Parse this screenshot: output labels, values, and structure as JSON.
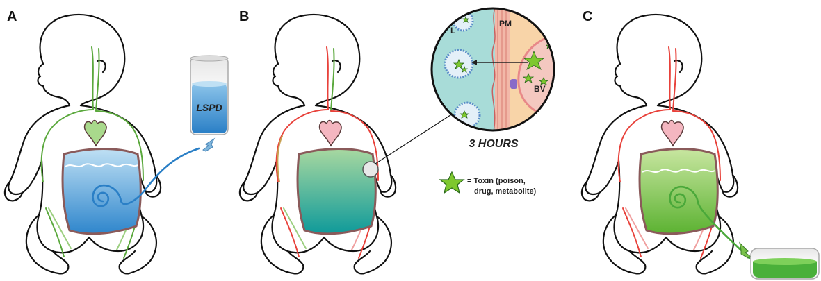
{
  "panels": [
    {
      "letter": "A"
    },
    {
      "letter": "B"
    },
    {
      "letter": "C"
    }
  ],
  "panel_a": {
    "bag_label": "LSPD"
  },
  "panel_b": {
    "zoom_labels": {
      "lumen": "L",
      "membrane": "PM",
      "vessel": "BV"
    },
    "time_label": "3 HOURS",
    "legend": {
      "line1": "= Toxin (poison,",
      "line2": "drug, metabolite)"
    }
  },
  "colors": {
    "vessel_green": "#5aa83c",
    "vessel_red": "#e8413a",
    "fluid_blue": "#5aa8dc",
    "fluid_teal": "#1aa39a",
    "fluid_green": "#7ac24a",
    "cavity_outline": "#8a5a5a",
    "toxin_star": "#7ec82e",
    "heart_pink": "#f4b6c0"
  }
}
